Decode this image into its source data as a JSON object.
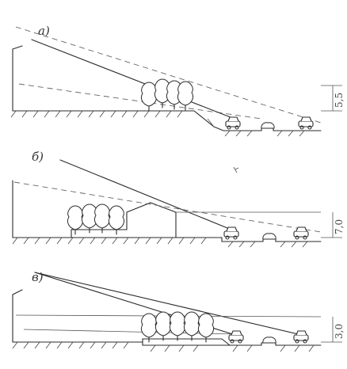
{
  "panels": [
    {
      "label": "а)",
      "dimension": "5,5"
    },
    {
      "label": "б)",
      "dimension": "7,0"
    },
    {
      "label": "в)",
      "dimension": "3,0"
    }
  ]
}
